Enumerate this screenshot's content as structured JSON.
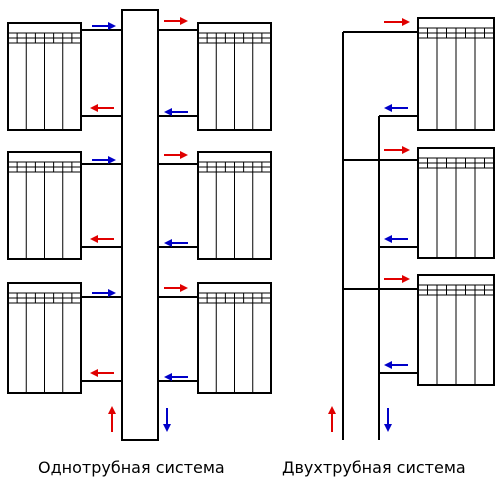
{
  "captions": {
    "one_pipe": "Однотрубная система",
    "two_pipe": "Двухтрубная система"
  },
  "colors": {
    "supply_arrow": "#e00000",
    "return_arrow": "#0000c8",
    "pipe": "#000000",
    "radiator_fill": "#ffffff"
  },
  "systems": [
    {
      "name": "one-pipe",
      "radiators": 6
    },
    {
      "name": "two-pipe",
      "radiators": 3
    }
  ]
}
